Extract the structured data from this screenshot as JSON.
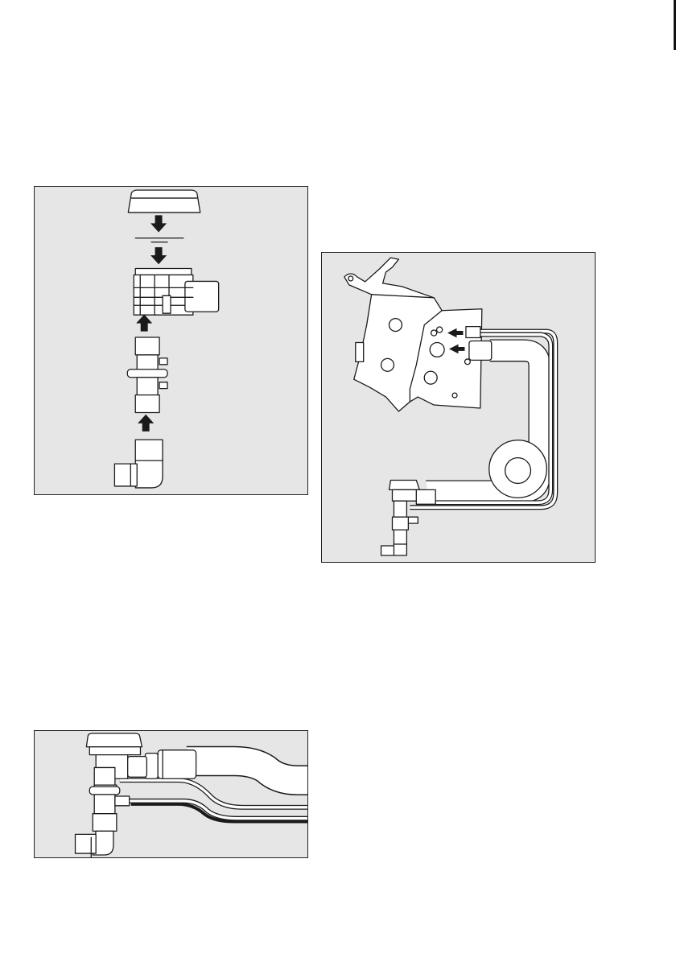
{
  "page": {
    "background": "#ffffff",
    "figure_background": "#e6e6e6",
    "line_color": "#1a1a1a"
  },
  "figures": [
    {
      "id": "exploded-assembly",
      "icon": "humidifier-chamber-exploded-view"
    },
    {
      "id": "hose-connection-to-machine",
      "icon": "machine-panel-with-hose-loop"
    },
    {
      "id": "assembled-hose-detail",
      "icon": "assembled-chamber-with-hoses"
    }
  ]
}
